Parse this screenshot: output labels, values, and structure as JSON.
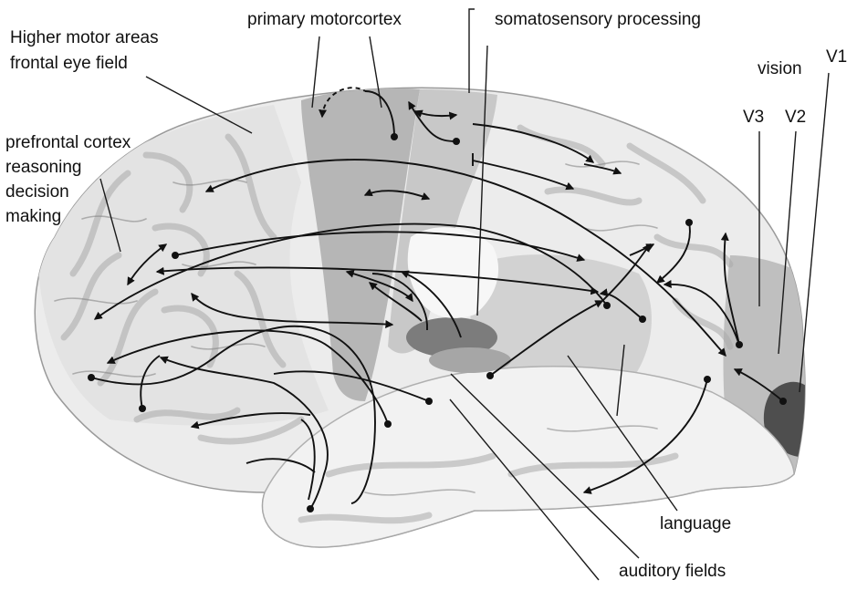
{
  "labels": {
    "primary_motor": "primary motorcortex",
    "somatosensory": "somatosensory processing",
    "higher_motor_1": "Higher motor areas",
    "higher_motor_2": "frontal eye field",
    "vision": "vision",
    "v1": "V1",
    "v2": "V2",
    "v3": "V3",
    "prefrontal_1": "prefrontal cortex",
    "prefrontal_2": "reasoning",
    "prefrontal_3": "decision",
    "prefrontal_4": "making",
    "language": "language",
    "auditory": "auditory fields"
  },
  "colors": {
    "background": "#ffffff",
    "cortex_base": "#ececec",
    "frontal_shade": "#e2e2e2",
    "motor_strip": "#b4b4b4",
    "somatosensory_strip": "#c6c6c6",
    "language_area": "#d2d2d2",
    "visual_area": "#bdbdbd",
    "v1_area": "#555555",
    "auditory_core": "#777777",
    "temporal_lobe": "#f1f1f1",
    "lines": "#111111"
  }
}
